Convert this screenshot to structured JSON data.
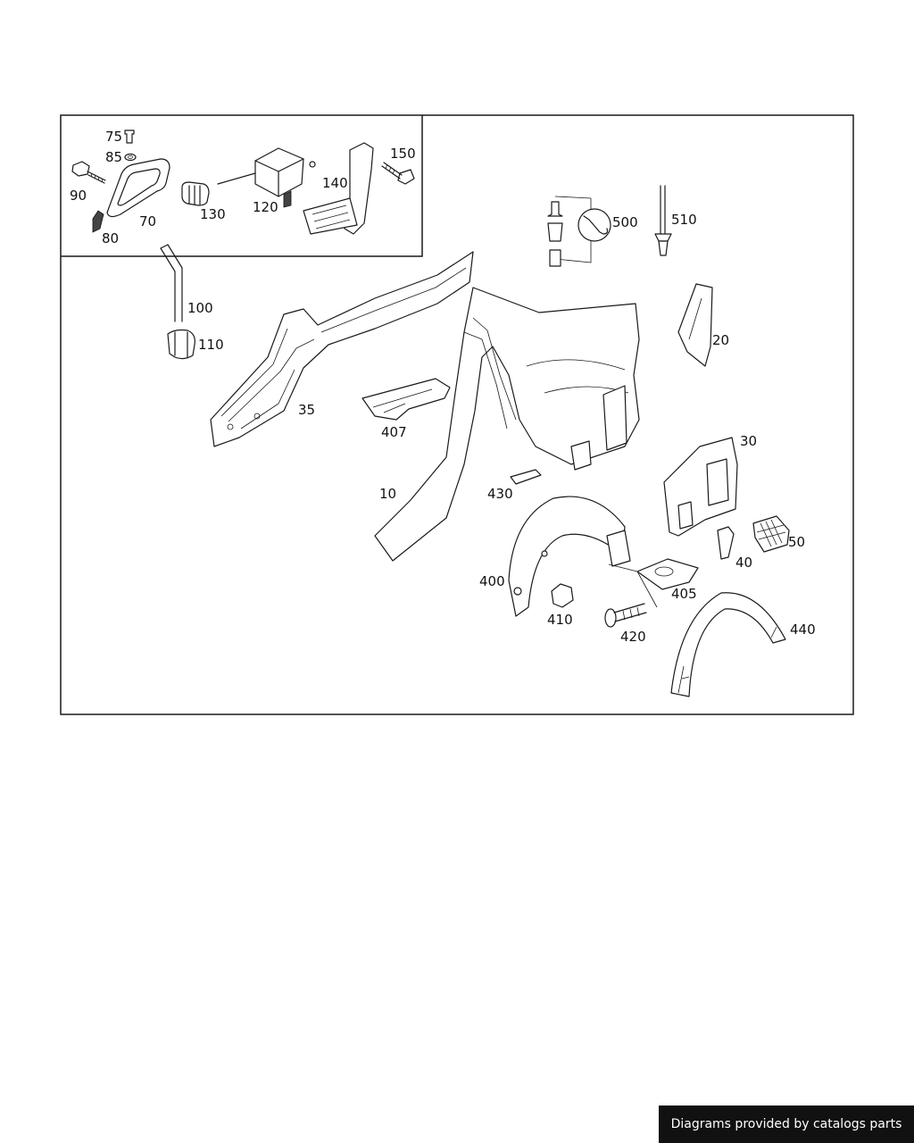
{
  "diagram": {
    "part_numbers": [
      "75",
      "85",
      "90",
      "70",
      "80",
      "130",
      "120",
      "140",
      "150",
      "500",
      "510",
      "100",
      "110",
      "35",
      "407",
      "20",
      "30",
      "10",
      "430",
      "400",
      "410",
      "420",
      "405",
      "40",
      "50",
      "440"
    ]
  },
  "footer": {
    "text": "Diagrams provided by catalogs parts"
  },
  "colors": {
    "line": "#1a1a1a",
    "background": "#ffffff",
    "footer_bg": "#111111",
    "footer_text": "#ffffff"
  }
}
